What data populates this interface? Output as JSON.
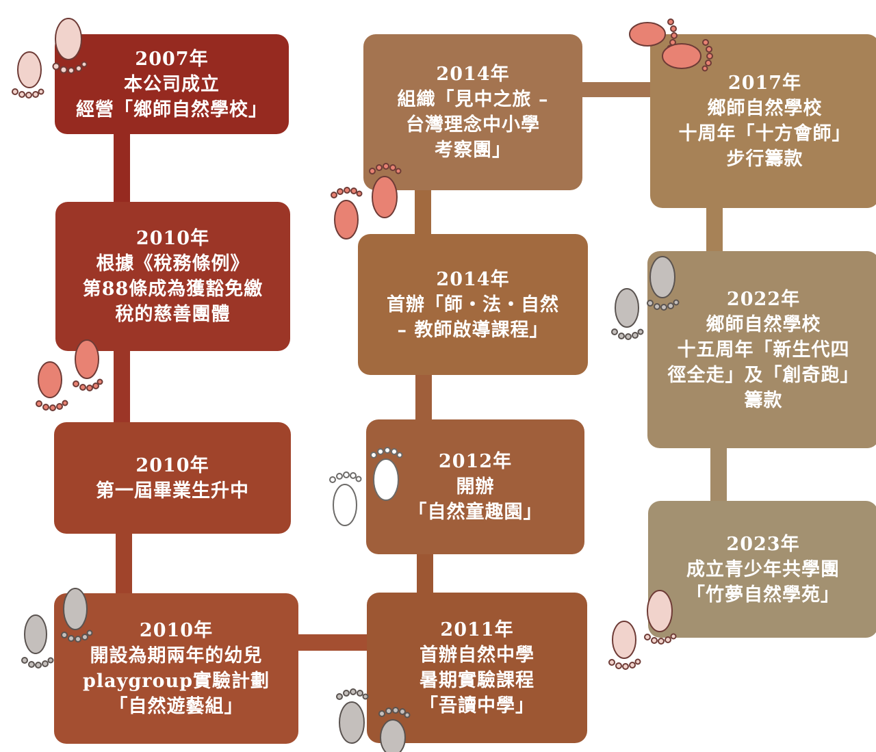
{
  "colors": {
    "col1_a": "#962a20",
    "col1_b": "#9c3627",
    "col1_c": "#a0442b",
    "col1_d": "#a44f31",
    "col2_a": "#a47450",
    "col2_b": "#a26a3f",
    "col2_c": "#a05f3b",
    "col2_d": "#9d5733",
    "col3_a": "#a78257",
    "col3_b": "#a48b68",
    "col3_c": "#a39171",
    "footprint_red": "#e88273",
    "footprint_pale": "#f1d3cc",
    "footprint_grey": "#c4bfbc"
  },
  "milestones": {
    "m2007": {
      "year": "2007年",
      "l1": "本公司成立",
      "l2": "經營「鄉師自然學校」"
    },
    "m2010a": {
      "year": "2010年",
      "l1": "根據《稅務條例》",
      "l2": "第88條成為獲豁免繳",
      "l3": "稅的慈善團體"
    },
    "m2010b": {
      "year": "2010年",
      "l1": "第一屆畢業生升中"
    },
    "m2010c": {
      "year": "2010年",
      "l1": "開設為期兩年的幼兒",
      "l2": "playgroup實驗計劃",
      "l3": "「自然遊藝組」"
    },
    "m2011": {
      "year": "2011年",
      "l1": "首辦自然中學",
      "l2": "暑期實驗課程",
      "l3": "「吾讀中學」"
    },
    "m2012": {
      "year": "2012年",
      "l1": "開辦",
      "l2": "「自然童趣園」"
    },
    "m2014b": {
      "year": "2014年",
      "l1": "首辦「師・法・自然",
      "l2": "– 教師啟導課程」"
    },
    "m2014a": {
      "year": "2014年",
      "l1": "組織「見中之旅 –",
      "l2": "台灣理念中小學",
      "l3": "考察團」"
    },
    "m2017": {
      "year": "2017年",
      "l1": "鄉師自然學校",
      "l2": "十周年「十方會師」",
      "l3": "步行籌款"
    },
    "m2022": {
      "year": "2022年",
      "l1": "鄉師自然學校",
      "l2": "十五周年「新生代四",
      "l3": "徑全走」及「創奇跑」",
      "l4": "籌款"
    },
    "m2023": {
      "year": "2023年",
      "l1": "成立青少年共學團",
      "l2": "「竹夢自然學苑」"
    }
  }
}
